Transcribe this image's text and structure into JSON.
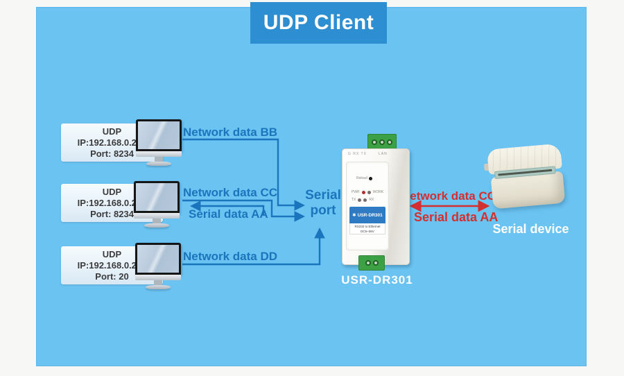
{
  "title": "UDP Client",
  "clients": [
    {
      "proto": "UDP",
      "ip": "IP:192.168.0.200",
      "port": "Port: 8234"
    },
    {
      "proto": "UDP",
      "ip": "IP:192.168.0.201",
      "port": "Port: 8234"
    },
    {
      "proto": "UDP",
      "ip": "IP:192.168.0.201",
      "port": "Port: 20"
    }
  ],
  "flows": {
    "bb": "Network data BB",
    "cc": "Network data CC",
    "aa": "Serial data AA",
    "dd": "Network data DD"
  },
  "serial_port": {
    "line1": "Serial",
    "line2": "port"
  },
  "device": {
    "top_text_left": "G RX TX",
    "top_text_right": "LAN",
    "reload": "Reload",
    "leds": [
      "PWR",
      "WORK",
      "TX",
      "RX"
    ],
    "logo_icon": "✱",
    "logo_text": "USR-DR301",
    "label_line1": "RS232 to Ethernet",
    "label_line2": "DC5~36V",
    "caption": "USR-DR301"
  },
  "serial_link": {
    "top": "Network data CC",
    "bottom": "Serial data AA"
  },
  "serial_device_caption": "Serial device",
  "colors": {
    "panel_blue": "#6BC3F1",
    "title_blue": "#2D8FD2",
    "line_blue": "#1B75BC",
    "arrow_red": "#D32F2F",
    "terminal_green": "#3CA044",
    "logo_blue": "#2F7BC3"
  }
}
